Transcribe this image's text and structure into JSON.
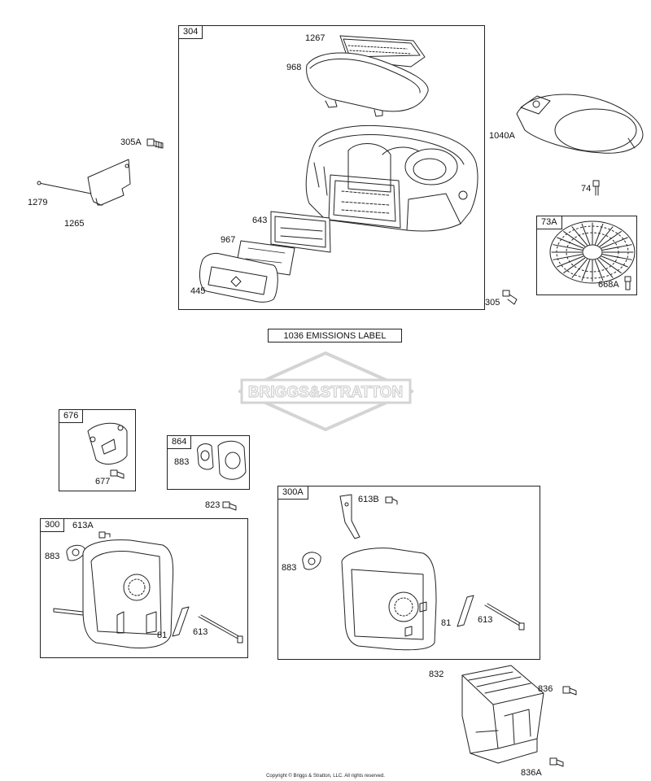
{
  "boxes": {
    "b304": "304",
    "b73A": "73A",
    "b676": "676",
    "b864": "864",
    "b300": "300",
    "b300A": "300A"
  },
  "labels": {
    "p1267": "1267",
    "p968": "968",
    "p305A": "305A",
    "p1279": "1279",
    "p1265": "1265",
    "p643": "643",
    "p967": "967",
    "p445": "445",
    "p305": "305",
    "p1040A": "1040A",
    "p74": "74",
    "p668A": "668A",
    "p677": "677",
    "p883a": "883",
    "p823": "823",
    "p613A": "613A",
    "p883b": "883",
    "p81a": "81",
    "p613a": "613",
    "p613B": "613B",
    "p883c": "883",
    "p81b": "81",
    "p613b": "613",
    "p832": "832",
    "p836": "836",
    "p836A": "836A"
  },
  "emissions_label": "1036 EMISSIONS LABEL",
  "watermark": "BRIGGS&STRATTON",
  "copyright": "Copyright © Briggs & Stratton, LLC. All rights reserved.",
  "colors": {
    "line": "#222222",
    "watermark": "#d4d4d4",
    "background": "#ffffff"
  }
}
